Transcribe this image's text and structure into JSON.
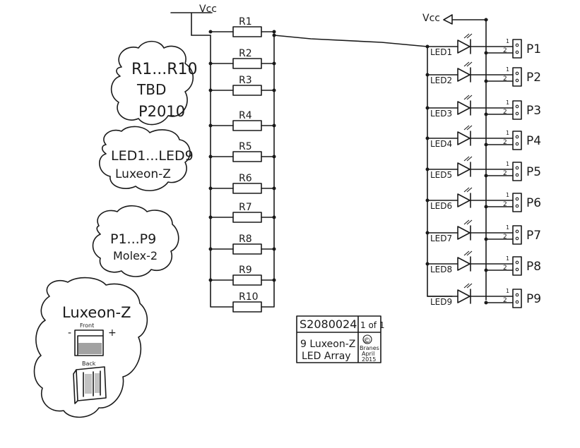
{
  "vcc_left": "Vcc",
  "vcc_right": "Vcc",
  "resistors": [
    "R1",
    "R2",
    "R3",
    "R4",
    "R5",
    "R6",
    "R7",
    "R8",
    "R9",
    "R10"
  ],
  "leds": [
    "LED1",
    "LED2",
    "LED3",
    "LED4",
    "LED5",
    "LED6",
    "LED7",
    "LED8",
    "LED9"
  ],
  "ports": [
    "P1",
    "P2",
    "P3",
    "P4",
    "P5",
    "P6",
    "P7",
    "P8",
    "P9"
  ],
  "pin_labels": [
    "1",
    "2"
  ],
  "notes": {
    "resistors": {
      "line1": "R1...R10",
      "line2": "TBD",
      "line3": "P2010"
    },
    "leds": {
      "line1": "LED1...LED9",
      "line2": "Luxeon-Z"
    },
    "ports": {
      "line1": "P1...P9",
      "line2": "Molex-2"
    },
    "package": {
      "title": "Luxeon-Z",
      "front": "Front",
      "back": "Back",
      "minus": "-",
      "plus": "+"
    }
  },
  "title_block": {
    "part_number": "S2080024",
    "sheet": "1 of 1",
    "description_1": "9 Luxeon-Z",
    "description_2": "LED Array",
    "copyright": "©",
    "author": "Branes",
    "date_1": "April",
    "date_2": "2015"
  }
}
